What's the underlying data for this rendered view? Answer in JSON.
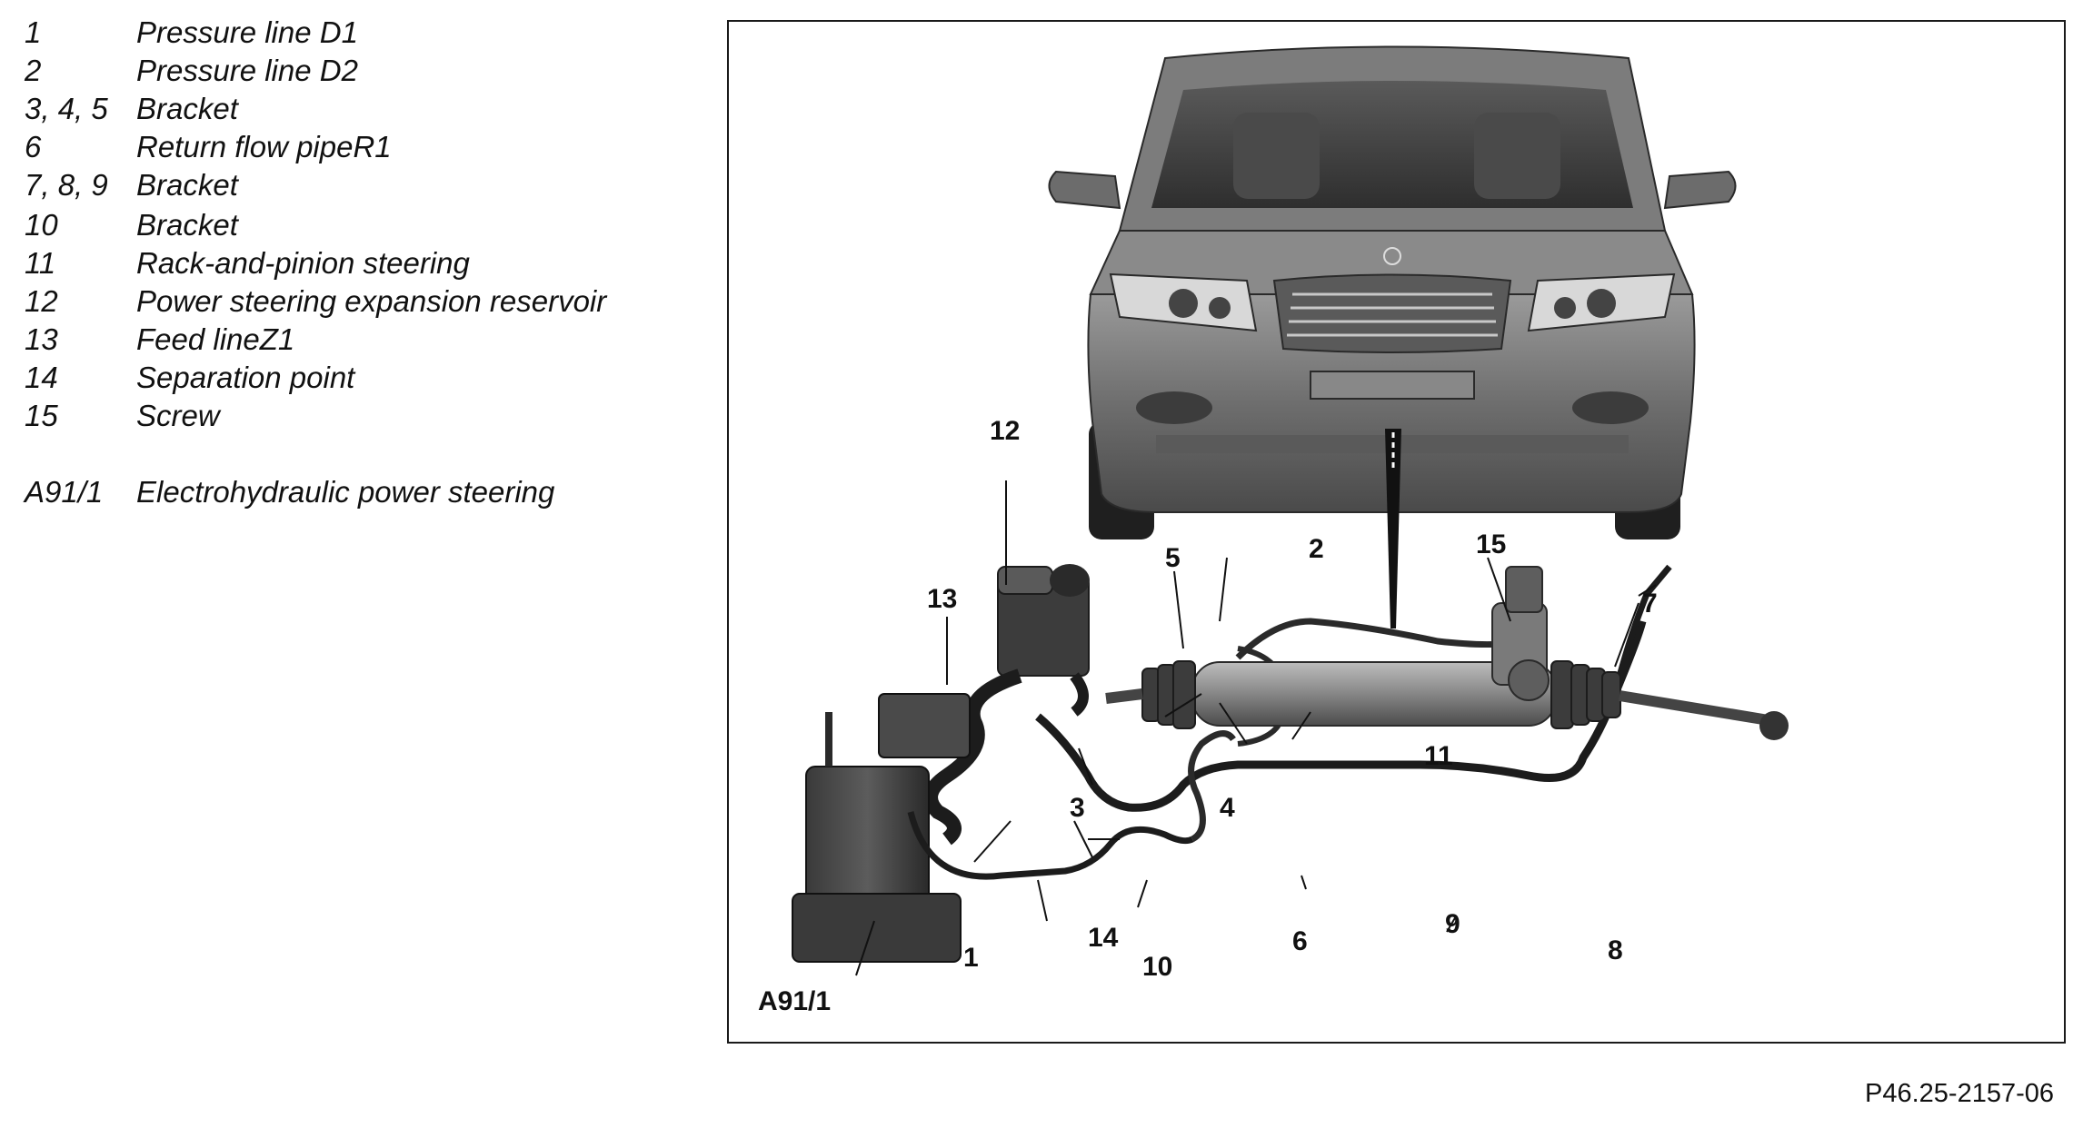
{
  "legend": [
    {
      "num": "1",
      "desc": "Pressure line D1"
    },
    {
      "num": "2",
      "desc": "Pressure line D2"
    },
    {
      "num": "3, 4, 5",
      "desc": "Bracket"
    },
    {
      "num": "6",
      "desc": "Return flow pipeR1"
    },
    {
      "num": "7, 8, 9",
      "desc": "Bracket"
    },
    {
      "num": "10",
      "desc": "Bracket"
    },
    {
      "num": "11",
      "desc": "Rack-and-pinion steering"
    },
    {
      "num": "12",
      "desc": "Power steering expansion reservoir"
    },
    {
      "num": "13",
      "desc": "Feed lineZ1"
    },
    {
      "num": "14",
      "desc": "Separation point"
    },
    {
      "num": "15",
      "desc": "Screw"
    },
    {
      "num": "A91/1",
      "desc": "Electrohydraulic power steering"
    }
  ],
  "callouts": {
    "c1": "1",
    "c2": "2",
    "c3": "3",
    "c4": "4",
    "c5": "5",
    "c6": "6",
    "c7": "7",
    "c8": "8",
    "c9": "9",
    "c10": "10",
    "c11": "11",
    "c12": "12",
    "c13": "13",
    "c14": "14",
    "c15": "15",
    "cA91": "A91/1"
  },
  "figure_id": "P46.25-2157-06"
}
